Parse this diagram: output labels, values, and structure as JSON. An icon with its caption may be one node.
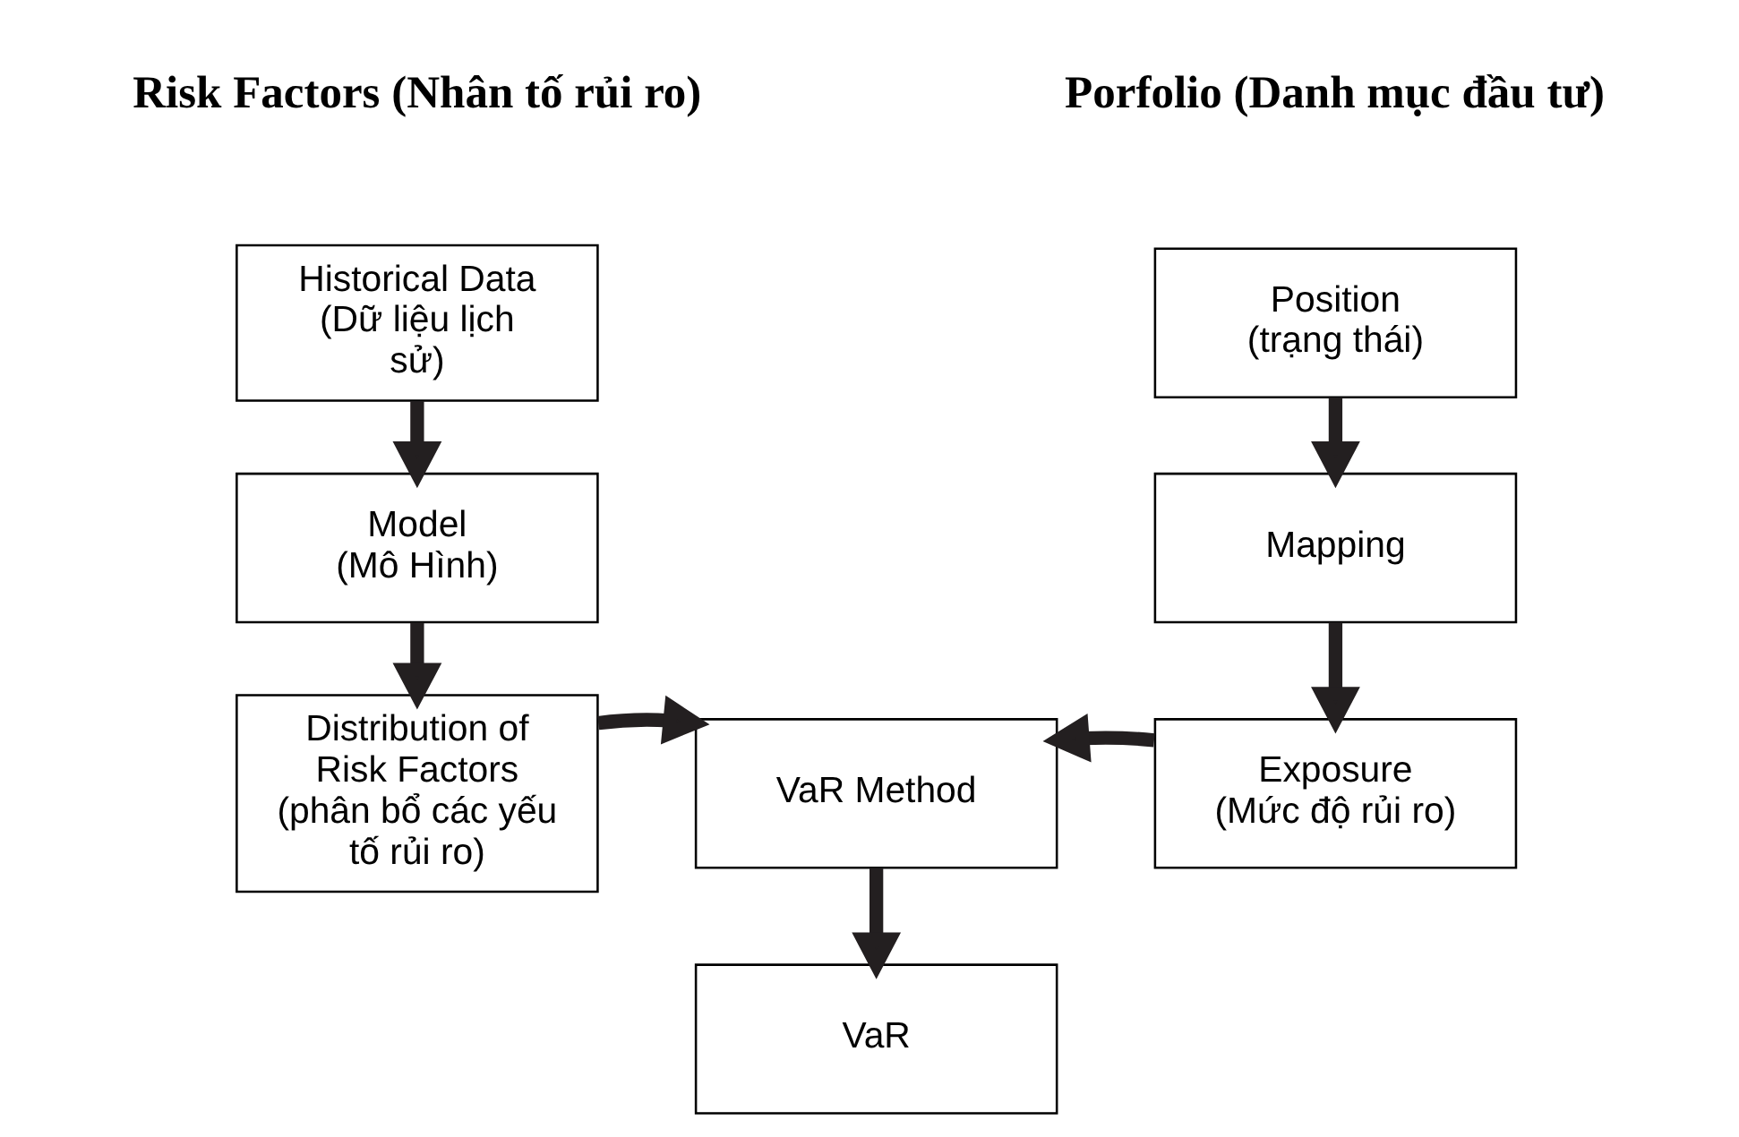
{
  "diagram": {
    "nodes": [
      {
        "text": [
          "Historical Data",
          "(Dữ liệu lịch sử)"
        ]
      },
      {
        "text": [
          "Model",
          "(Mô Hình)"
        ]
      },
      {
        "text": [
          "Distribution of Risk Factors",
          "(phân bổ các yếu tố rủi ro)"
        ]
      },
      {
        "text": [
          "Position",
          "(trạng thái)"
        ]
      },
      {
        "text": [
          "Mapping"
        ]
      },
      {
        "text": [
          "Exposure",
          "(Mức độ rủi ro)"
        ]
      },
      {
        "text": [
          "VaR Method"
        ]
      },
      {
        "text": [
          "VaR"
        ]
      }
    ],
    "edges": [
      {
        "from": 0,
        "to": 1,
        "arrow": "to"
      },
      {
        "from": 1,
        "to": 2,
        "arrow": "to"
      },
      {
        "from": 3,
        "to": 4,
        "arrow": "to"
      },
      {
        "from": 4,
        "to": 5,
        "arrow": "to"
      },
      {
        "from": 2,
        "to": 6,
        "arrow": "to"
      },
      {
        "from": 5,
        "to": 6,
        "arrow": "to"
      },
      {
        "from": 6,
        "to": 7,
        "arrow": "to"
      }
    ],
    "labels": [
      "Risk Factors (Nhân tố rủi ro)",
      "Porfolio (Danh mục đầu tư)"
    ]
  }
}
